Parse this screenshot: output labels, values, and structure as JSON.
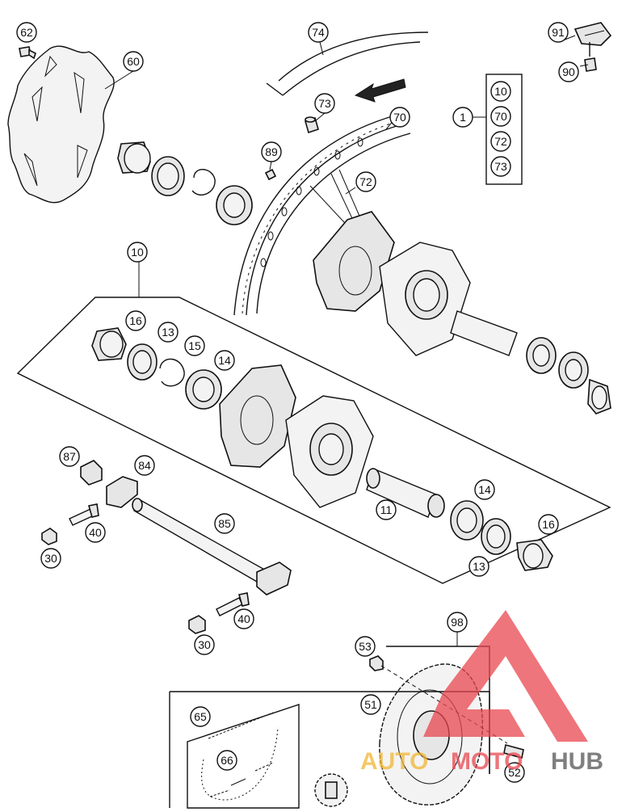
{
  "callouts": {
    "c62": "62",
    "c60": "60",
    "c74": "74",
    "c91": "91",
    "c90": "90",
    "c73a": "73",
    "c70a": "70",
    "c89": "89",
    "c72a": "72",
    "kit_main": "1",
    "kit_10": "10",
    "kit_70": "70",
    "kit_72": "72",
    "kit_73": "73",
    "c10": "10",
    "c16a": "16",
    "c13a": "13",
    "c15": "15",
    "c14a": "14",
    "c87": "87",
    "c84": "84",
    "c40a": "40",
    "c30a": "30",
    "c85": "85",
    "c11": "11",
    "c14b": "14",
    "c16b": "16",
    "c13b": "13",
    "c40b": "40",
    "c30b": "30",
    "c98": "98",
    "c53": "53",
    "c51": "51",
    "c52": "52",
    "c65": "65",
    "c66": "66"
  },
  "watermark": {
    "word_part1": "AUTO",
    "word_part2": "MOTO",
    "word_part3": "HUB",
    "color_red": "#e8474f",
    "color_gold": "#f2b632",
    "color_gray": "#555555"
  }
}
